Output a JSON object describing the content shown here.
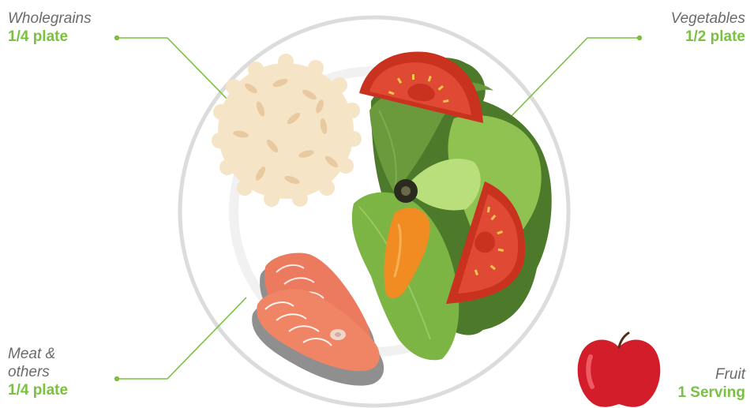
{
  "labels": {
    "wholegrains": {
      "category": "Wholegrains",
      "amount": "1/4 plate"
    },
    "vegetables": {
      "category": "Vegetables",
      "amount": "1/2 plate"
    },
    "meat": {
      "category_line1": "Meat &",
      "category_line2": "others",
      "amount": "1/4 plate"
    },
    "fruit": {
      "category": "Fruit",
      "amount": "1 Serving"
    }
  },
  "colors": {
    "accent_green": "#7ac143",
    "text_gray": "#6b6b6b",
    "plate_outline": "#dedede",
    "rice": "#f6e4c6",
    "rice_grain": "#e9cca3",
    "lettuce_dark": "#4d7a2a",
    "lettuce_mid": "#6b9a3c",
    "lettuce_light": "#8fc250",
    "tomato": "#d9402f",
    "carrot": "#f08c22",
    "salmon": "#ec7a5f",
    "salmon_skin": "#8f8f8f",
    "apple": "#d41d2a"
  }
}
